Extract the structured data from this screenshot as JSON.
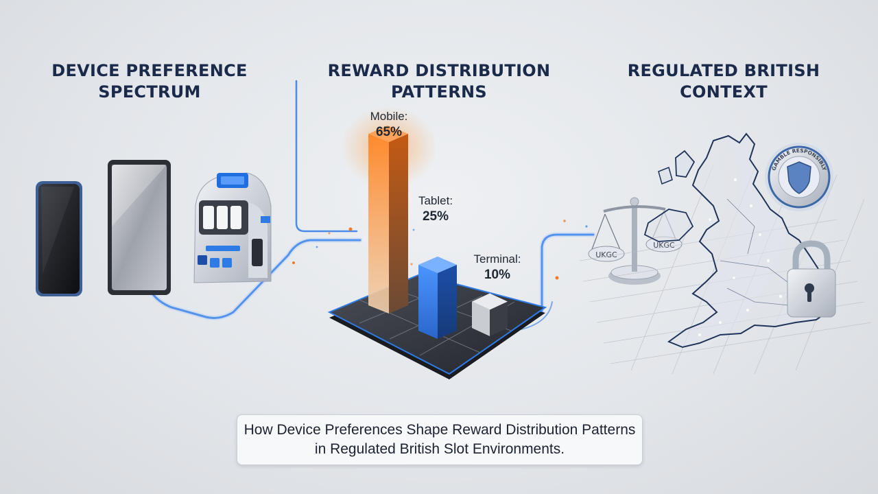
{
  "sections": {
    "left_title": "DEVICE PREFERENCE\nSPECTRUM",
    "middle_title": "REWARD DISTRIBUTION\nPATTERNS",
    "right_title": "REGULATED BRITISH\nCONTEXT"
  },
  "chart_data": {
    "type": "bar",
    "categories": [
      "Mobile:",
      "Tablet:",
      "Terminal:"
    ],
    "values": [
      65,
      25,
      10
    ],
    "value_labels": [
      "65%",
      "25%",
      "10%"
    ],
    "colors": [
      "#f07a28",
      "#2f7be6",
      "#9a9ea5"
    ],
    "ylim": [
      0,
      65
    ]
  },
  "regulation": {
    "scale_labels": [
      "UKGC",
      "UKGC"
    ],
    "badge_text": "GAMBLE RESPONSIBLY"
  },
  "caption": "How Device Preferences Shape Reward Distribution Patterns in Regulated British Slot Environments.",
  "colors": {
    "title": "#1b2a4a",
    "accent_blue": "#2f7be6",
    "accent_orange": "#f07a28"
  }
}
